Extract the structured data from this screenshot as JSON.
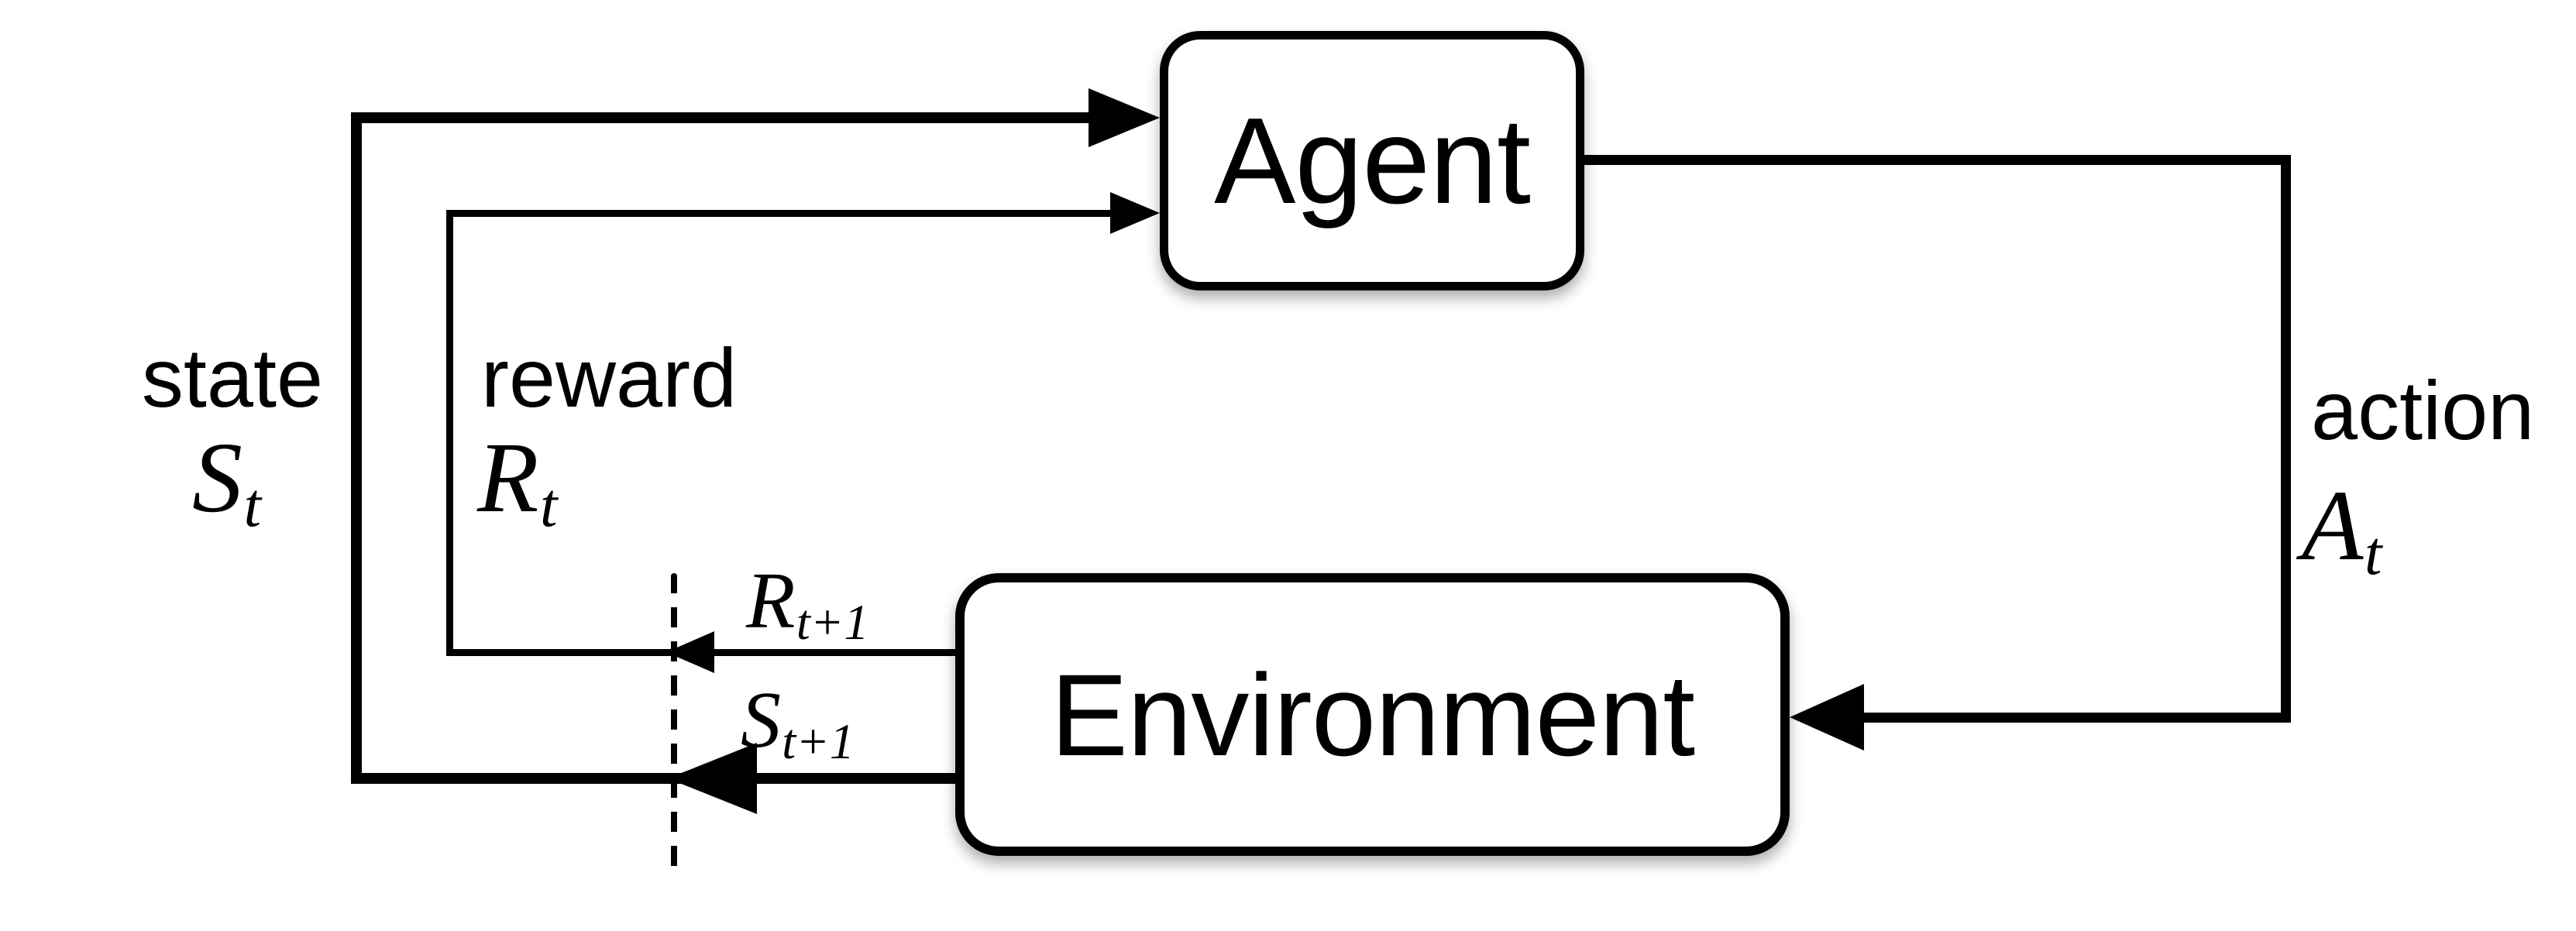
{
  "diagram": {
    "boxes": {
      "agent": "Agent",
      "environment": "Environment"
    },
    "labels": {
      "state": "state",
      "reward": "reward",
      "action": "action"
    },
    "symbols": {
      "state_t": {
        "base": "S",
        "sub": "t"
      },
      "reward_t": {
        "base": "R",
        "sub": "t"
      },
      "action_t": {
        "base": "A",
        "sub": "t"
      },
      "reward_t_plus_1": {
        "base": "R",
        "sub": "t+1"
      },
      "state_t_plus_1": {
        "base": "S",
        "sub": "t+1"
      }
    },
    "colors": {
      "line": "#000000",
      "background": "#ffffff",
      "text": "#000000"
    }
  }
}
